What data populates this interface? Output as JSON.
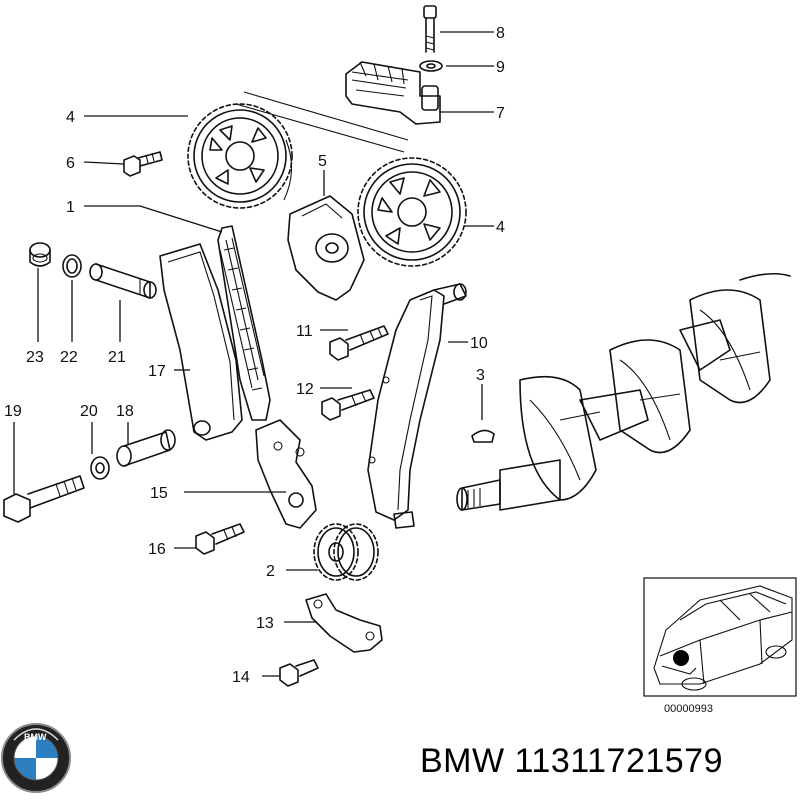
{
  "callouts": [
    {
      "id": "8",
      "text": "8"
    },
    {
      "id": "9",
      "text": "9"
    },
    {
      "id": "7",
      "text": "7"
    },
    {
      "id": "4a",
      "text": "4"
    },
    {
      "id": "6",
      "text": "6"
    },
    {
      "id": "5",
      "text": "5"
    },
    {
      "id": "4b",
      "text": "4"
    },
    {
      "id": "1",
      "text": "1"
    },
    {
      "id": "23",
      "text": "23"
    },
    {
      "id": "22",
      "text": "22"
    },
    {
      "id": "21",
      "text": "21"
    },
    {
      "id": "17",
      "text": "17"
    },
    {
      "id": "11",
      "text": "11"
    },
    {
      "id": "10",
      "text": "10"
    },
    {
      "id": "12",
      "text": "12"
    },
    {
      "id": "3",
      "text": "3"
    },
    {
      "id": "19",
      "text": "19"
    },
    {
      "id": "20",
      "text": "20"
    },
    {
      "id": "18",
      "text": "18"
    },
    {
      "id": "15",
      "text": "15"
    },
    {
      "id": "16",
      "text": "16"
    },
    {
      "id": "2",
      "text": "2"
    },
    {
      "id": "13",
      "text": "13"
    },
    {
      "id": "14",
      "text": "14"
    }
  ],
  "inset": {
    "code": "00000993"
  },
  "logo": {
    "brand": "BMW"
  },
  "part_title": "BMW 11311721579"
}
